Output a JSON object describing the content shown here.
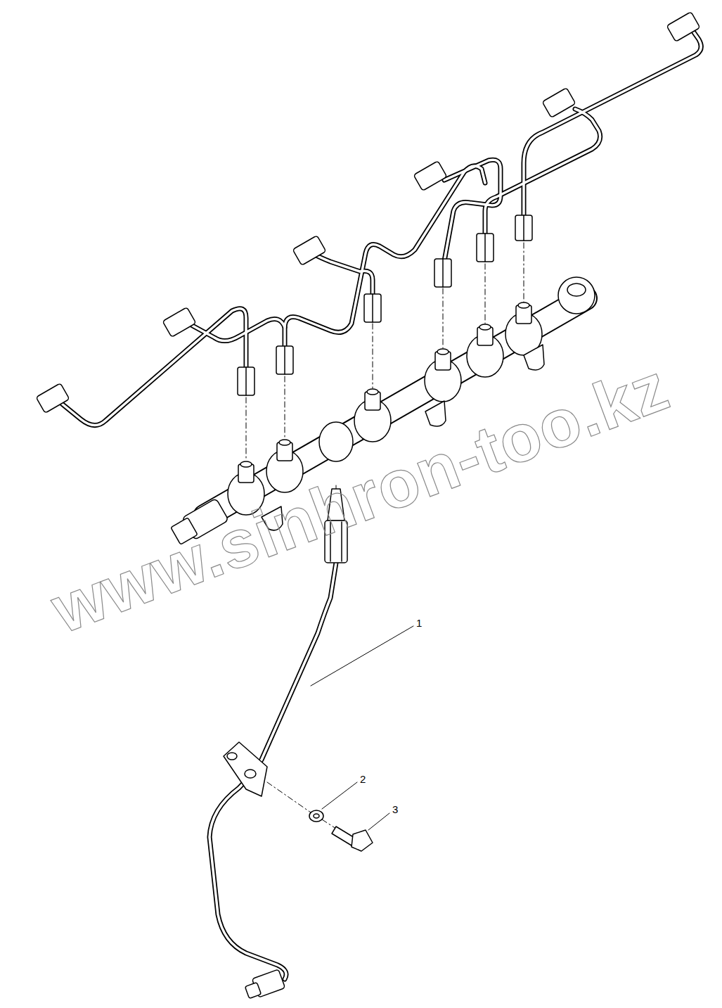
{
  "diagram": {
    "labels": [
      "1",
      "2",
      "3",
      "www.sinhron-too.kz"
    ]
  }
}
